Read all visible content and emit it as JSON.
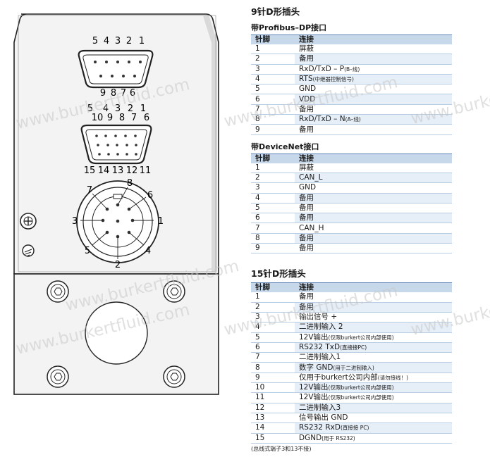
{
  "watermark": "www.burkertfluid.com",
  "drawing": {
    "c1_top_pins": [
      "5",
      "4",
      "3",
      "2",
      "1"
    ],
    "c1_bottom_pins": [
      "9",
      "8",
      "7",
      "6"
    ],
    "c2_top_pins": [
      "5",
      "4",
      "3",
      "2",
      "1"
    ],
    "c2_mid_pins": [
      "10",
      "9",
      "8",
      "7",
      "6"
    ],
    "c2_bottom_pins": [
      "15",
      "14",
      "13",
      "12",
      "11"
    ],
    "c3_pins": {
      "p1": "1",
      "p2": "2",
      "p3": "3",
      "p4": "4",
      "p5": "5",
      "p6": "6",
      "p7": "7",
      "p8": "8"
    }
  },
  "section1": {
    "title": "9针D形插头",
    "subtitle": "带Profibus–DP接口",
    "headers": [
      "针脚",
      "连接"
    ],
    "rows": [
      [
        "1",
        "屏蔽",
        ""
      ],
      [
        "2",
        "备用",
        ""
      ],
      [
        "3",
        "RxD/TxD – P",
        "(B–线)"
      ],
      [
        "4",
        "RTS",
        "(中继器控制信号)"
      ],
      [
        "5",
        "GND",
        ""
      ],
      [
        "6",
        "VDD",
        ""
      ],
      [
        "7",
        "备用",
        ""
      ],
      [
        "8",
        "RxD/TxD – N",
        "(A–线)"
      ],
      [
        "9",
        "备用",
        ""
      ]
    ]
  },
  "section2": {
    "subtitle": "带DeviceNet接口",
    "headers": [
      "针脚",
      "连接"
    ],
    "rows": [
      [
        "1",
        "屏蔽",
        ""
      ],
      [
        "2",
        "CAN_L",
        ""
      ],
      [
        "3",
        "GND",
        ""
      ],
      [
        "4",
        "备用",
        ""
      ],
      [
        "5",
        "备用",
        ""
      ],
      [
        "6",
        "备用",
        ""
      ],
      [
        "7",
        "CAN_H",
        ""
      ],
      [
        "8",
        "备用",
        ""
      ],
      [
        "9",
        "备用",
        ""
      ]
    ]
  },
  "section3": {
    "title": "15针D形插头",
    "headers": [
      "针脚",
      "连接"
    ],
    "rows": [
      [
        "1",
        "备用",
        ""
      ],
      [
        "2",
        "备用",
        ""
      ],
      [
        "3",
        "输出信号 +",
        ""
      ],
      [
        "4",
        "二进制输入 2",
        ""
      ],
      [
        "5",
        "12V输出",
        "(仅限burkert公司内部使用)"
      ],
      [
        "6",
        "RS232 TxD",
        "(直接接PC)"
      ],
      [
        "7",
        "二进制输入1",
        ""
      ],
      [
        "8",
        "数字 GND",
        "(用于二进制输入)"
      ],
      [
        "9",
        "仅用于burkert公司内部",
        "(请勿接线！)"
      ],
      [
        "10",
        "12V输出",
        "(仅限burkert公司内部使用)"
      ],
      [
        "11",
        "12V输出",
        "(仅限burkert公司内部使用)"
      ],
      [
        "12",
        "二进制输入3",
        ""
      ],
      [
        "13",
        "信号输出 GND",
        ""
      ],
      [
        "14",
        "RS232 RxD",
        "(直接接 PC)"
      ],
      [
        "15",
        "DGND",
        "(用于 RS232)"
      ]
    ],
    "note": "(总线式端子3和13不接)"
  }
}
